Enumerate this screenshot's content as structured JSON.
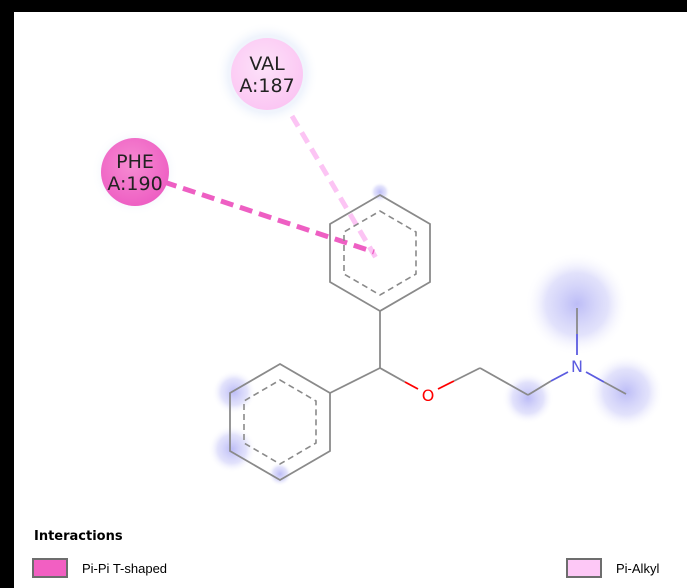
{
  "residues": [
    {
      "name": "VAL",
      "chain_pos": "A:187",
      "interaction": "Pi-Alkyl"
    },
    {
      "name": "PHE",
      "chain_pos": "A:190",
      "interaction": "Pi-Pi T-shaped"
    }
  ],
  "atoms": {
    "oxygen": "O",
    "nitrogen": "N"
  },
  "legend": {
    "title": "Interactions",
    "items": [
      {
        "label": "Pi-Pi T-shaped",
        "color": "#f25fc2"
      },
      {
        "label": "Pi-Alkyl",
        "color": "#fdc8f6"
      }
    ]
  },
  "colors": {
    "bond": "#8a8a8a",
    "oxygen": "#ff0000",
    "nitrogen": "#5c5ce0",
    "pi_pi_t_shaped": "#ee5fc3",
    "pi_alkyl": "#fcc4f4",
    "solvent_highlight": "#c2c2f7"
  }
}
